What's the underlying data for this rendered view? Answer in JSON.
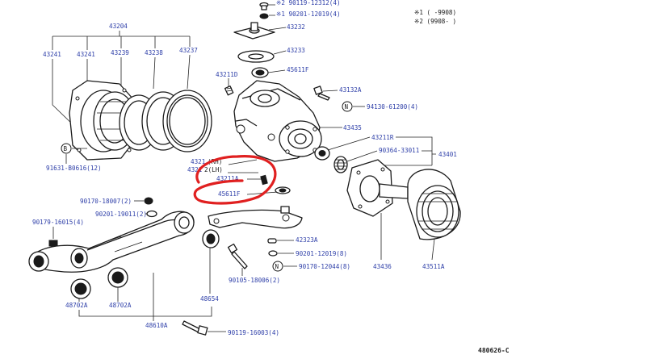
{
  "notes": {
    "note1": "※1 (     -9908)",
    "note2": "※2 (9908-      )"
  },
  "drawing_code": "480626-C",
  "parts": {
    "p90119_12312": "※2 90119-12312(4)",
    "p90201_12019_top": "※1 90201-12019(4)",
    "p43232": "43232",
    "p43233": "43233",
    "p45611F_top": "45611F",
    "p43211D": "43211D",
    "p43132A": "43132A",
    "p94130_61200": "94130-61200(4)",
    "p43435": "43435",
    "p43211R": "43211R",
    "p90364_33011": "90364-33011",
    "p43401": "43401",
    "p43204": "43204",
    "p43241a": "43241",
    "p43241b": "43241",
    "p43239": "43239",
    "p43238": "43238",
    "p43237": "43237",
    "p91631_80616": "91631-B0616(12)",
    "p4321_rh": "4321",
    "rh": "(RH)",
    "p4321_lh": "4321",
    "lh": "2(LH)",
    "p43211A": "43211A",
    "p45611F": "45611F",
    "p90170_18007": "90170-18007(2)",
    "p90201_19011": "90201-19011(2)",
    "p90179_16015": "90179-16015(4)",
    "p42323A": "42323A",
    "p90201_12019": "90201-12019(8)",
    "p90170_12044": "90170-12044(8)",
    "p90105_18006": "90105-18006(2)",
    "p48654": "48654",
    "p48702A_l": "48702A",
    "p48702A_r": "48702A",
    "p48610A": "48610A",
    "p90119_16003": "90119-16003(4)",
    "p43436": "43436",
    "p43511A": "43511A"
  },
  "markers": {
    "b": "B",
    "n": "N"
  }
}
